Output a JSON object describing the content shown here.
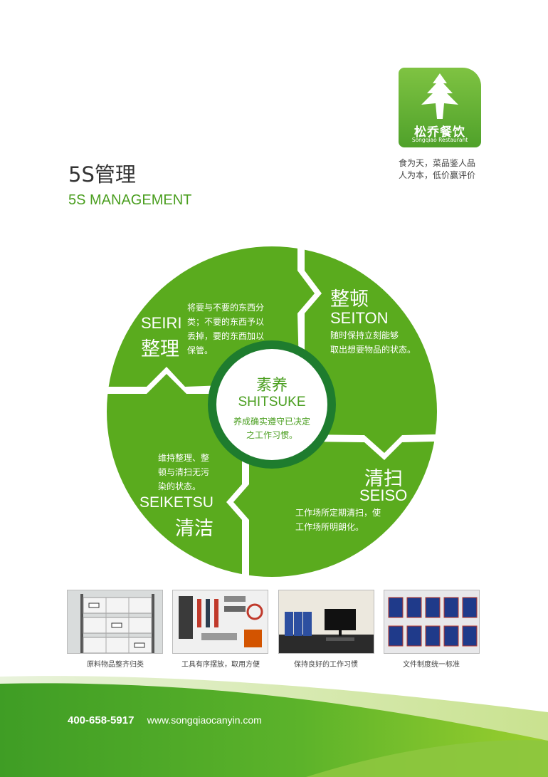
{
  "logo": {
    "name": "松乔餐饮",
    "sub": "Songqiao Restaurant"
  },
  "slogan": {
    "line1": "食为天，菜品鉴人品",
    "line2": "人为本，低价赢评价"
  },
  "heading": {
    "cn": "5S管理",
    "en": "5S MANAGEMENT"
  },
  "segments": {
    "seiri": {
      "en": "SEIRI",
      "cn": "整理",
      "desc": [
        "将要与不要的东西分",
        "类；不要的东西予以",
        "丢掉，要的东西加以",
        "保管。"
      ]
    },
    "seiton": {
      "cn": "整顿",
      "en": "SEITON",
      "desc": [
        "随时保持立刻能够",
        "取出想要物品的状态。"
      ]
    },
    "seiketsu": {
      "en": "SEIKETSU",
      "cn": "清洁",
      "desc": [
        "维持整理、整",
        "顿与清扫无污",
        "染的状态。"
      ]
    },
    "seiso": {
      "cn": "清扫",
      "en": "SEISO",
      "desc": [
        "工作场所定期清扫，使",
        "工作场所明朗化。"
      ]
    },
    "shitsuke": {
      "cn": "素养",
      "en": "SHITSUKE",
      "desc": [
        "养成确实遵守已决定",
        "之工作习惯。"
      ]
    }
  },
  "photos": [
    {
      "caption": "原料物品整齐归类"
    },
    {
      "caption": "工具有序摆放，取用方便"
    },
    {
      "caption": "保持良好的工作习惯"
    },
    {
      "caption": "文件制度统一标准"
    }
  ],
  "footer": {
    "phone": "400-658-5917",
    "website": "www.songqiaocanyin.com"
  },
  "colors": {
    "green_primary": "#5aab1e",
    "green_dark": "#1e7c2e",
    "green_light": "#8cc63f"
  }
}
